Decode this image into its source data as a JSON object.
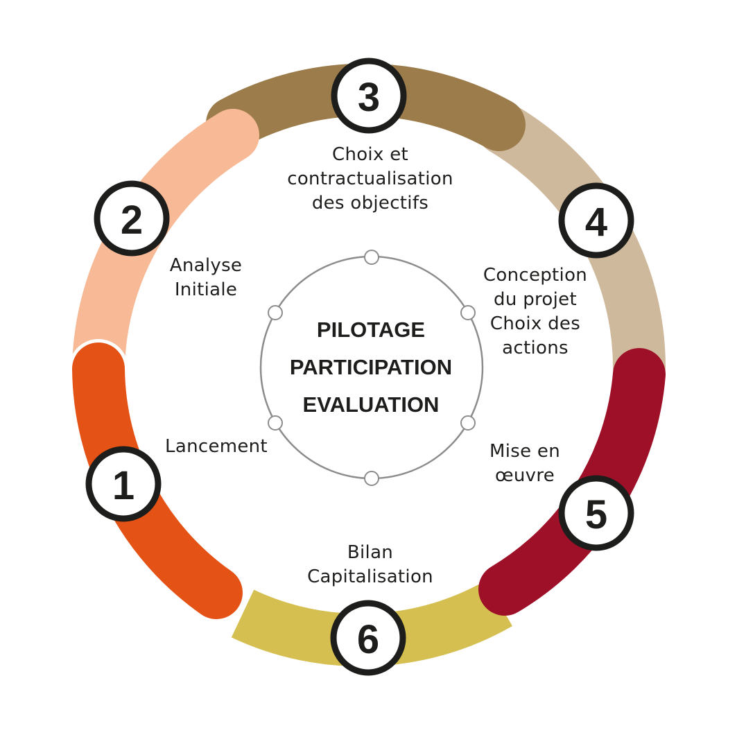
{
  "colors": {
    "step1": "#e55215",
    "step2": "#f7b996",
    "step3": "#9c7c4a",
    "step4": "#cfb99d",
    "step5": "#9e1028",
    "step6": "#d4bf50",
    "ink": "#1d1d1b",
    "inner_circle": "#8c8c8c"
  },
  "steps": [
    {
      "number": "1",
      "label": "Lancement"
    },
    {
      "number": "2",
      "label": "Analyse\nInitiale"
    },
    {
      "number": "3",
      "label": "Choix et\ncontractualisation\ndes objectifs"
    },
    {
      "number": "4",
      "label": "Conception\ndu projet\nChoix des\nactions"
    },
    {
      "number": "5",
      "label": "Mise en\nœuvre"
    },
    {
      "number": "6",
      "label": "Bilan\nCapitalisation"
    }
  ],
  "center": {
    "lines": [
      "PILOTAGE",
      "PARTICIPATION",
      "EVALUATION"
    ]
  }
}
